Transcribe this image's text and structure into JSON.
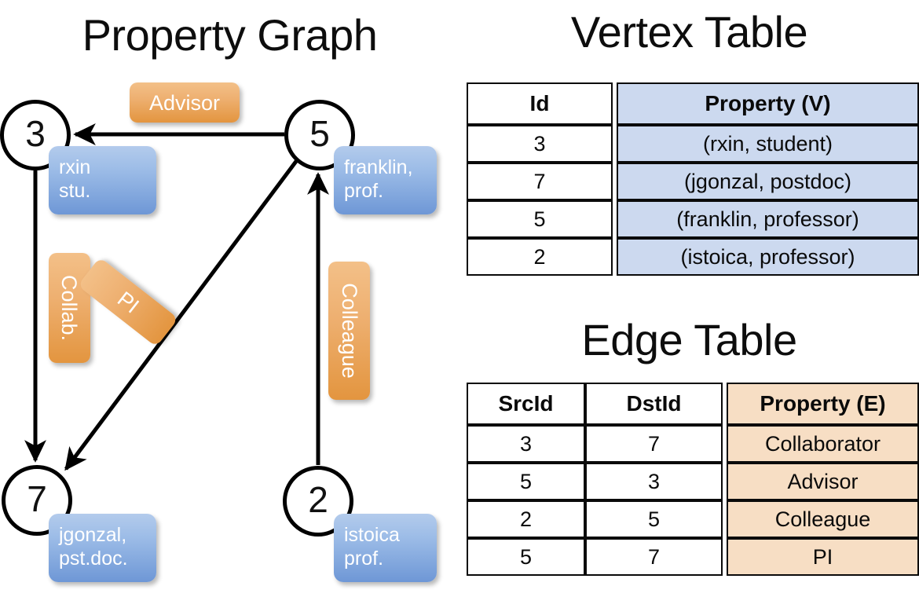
{
  "titles": {
    "property_graph": "Property Graph",
    "vertex_table": "Vertex Table",
    "edge_table": "Edge Table"
  },
  "graph": {
    "nodes": [
      {
        "id": "3",
        "property_label": "rxin\nstu."
      },
      {
        "id": "5",
        "property_label": "franklin,\nprof."
      },
      {
        "id": "7",
        "property_label": "jgonzal,\npst.doc."
      },
      {
        "id": "2",
        "property_label": "istoica\nprof."
      }
    ],
    "node_labels": {
      "n3": "3",
      "n5": "5",
      "n7": "7",
      "n2": "2"
    },
    "vertex_boxes": {
      "rxin_line1": "rxin",
      "rxin_line2": "stu.",
      "franklin_line1": "franklin,",
      "franklin_line2": "prof.",
      "jgonzal_line1": "jgonzal,",
      "jgonzal_line2": "pst.doc.",
      "istoica_line1": "istoica",
      "istoica_line2": "prof."
    },
    "edge_labels": {
      "advisor": "Advisor",
      "collab": "Collab.",
      "pi": "PI",
      "colleague": "Colleague"
    },
    "edges": [
      {
        "from": "5",
        "to": "3",
        "label": "Advisor"
      },
      {
        "from": "3",
        "to": "7",
        "label": "Collab."
      },
      {
        "from": "5",
        "to": "7",
        "label": "PI"
      },
      {
        "from": "2",
        "to": "5",
        "label": "Colleague"
      }
    ]
  },
  "vertex_table": {
    "headers": [
      "Id",
      "Property (V)"
    ],
    "rows": [
      {
        "id": "3",
        "property": "(rxin, student)"
      },
      {
        "id": "7",
        "property": "(jgonzal, postdoc)"
      },
      {
        "id": "5",
        "property": "(franklin, professor)"
      },
      {
        "id": "2",
        "property": "(istoica, professor)"
      }
    ]
  },
  "edge_table": {
    "headers": [
      "SrcId",
      "DstId",
      "Property (E)"
    ],
    "rows": [
      {
        "src": "3",
        "dst": "7",
        "property": "Collaborator"
      },
      {
        "src": "5",
        "dst": "3",
        "property": "Advisor"
      },
      {
        "src": "2",
        "dst": "5",
        "property": "Colleague"
      },
      {
        "src": "5",
        "dst": "7",
        "property": "PI"
      }
    ]
  },
  "colors": {
    "vertex_cell": "#ccd9ef",
    "edge_cell": "#f7dec4",
    "vertex_box": "#6e97d6",
    "edge_box": "#e3953f",
    "stroke": "#000000",
    "background": "#ffffff"
  }
}
